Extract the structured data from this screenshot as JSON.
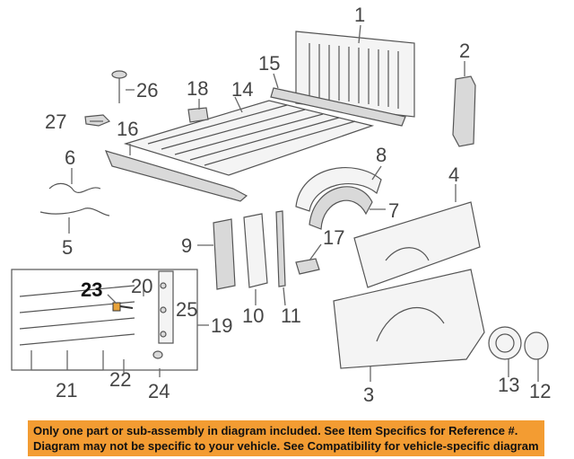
{
  "callouts": {
    "c1": "1",
    "c2": "2",
    "c3": "3",
    "c4": "4",
    "c5": "5",
    "c6": "6",
    "c7": "7",
    "c8": "8",
    "c9": "9",
    "c10": "10",
    "c11": "11",
    "c12": "12",
    "c13": "13",
    "c14": "14",
    "c15": "15",
    "c16": "16",
    "c17": "17",
    "c18": "18",
    "c19": "19",
    "c20": "20",
    "c21": "21",
    "c22": "22",
    "c23": "23",
    "c24": "24",
    "c25": "25",
    "c26": "26",
    "c27": "27"
  },
  "highlighted_part": "23",
  "colors": {
    "banner": "#f39c32",
    "highlight_part": "#e8a33a"
  },
  "notice": {
    "line1": "Only one part or sub-assembly in diagram included. See Item Specifics for Reference #.",
    "line2": "Diagram may not be specific to your vehicle. See Compatibility for vehicle-specific diagrams."
  }
}
